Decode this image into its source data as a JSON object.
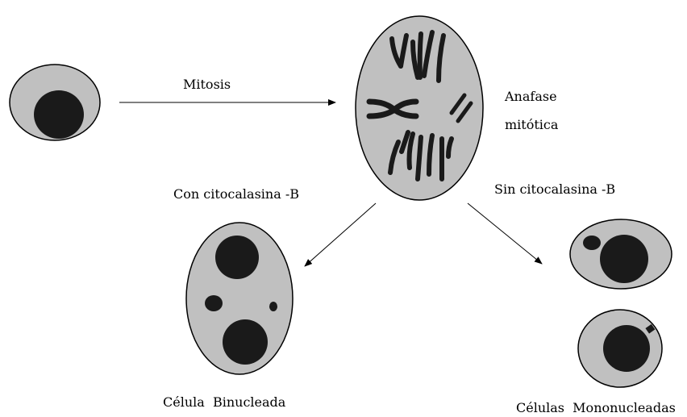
{
  "labels": {
    "mitosis": "Mitosis",
    "anaphase_line1": "Anafase",
    "anaphase_line2": "mitótica",
    "with_cytochalasin": "Con citocalasina -B",
    "without_cytochalasin": "Sin citocalasina -B",
    "binucleated_cell": "Célula  Binucleada",
    "mononucleated_cells": "Células  Mononucleadas"
  },
  "colors": {
    "cell_fill": "#c0c0c0",
    "nucleus_fill": "#1a1a1a",
    "outline": "#000000",
    "background": "#ffffff"
  }
}
